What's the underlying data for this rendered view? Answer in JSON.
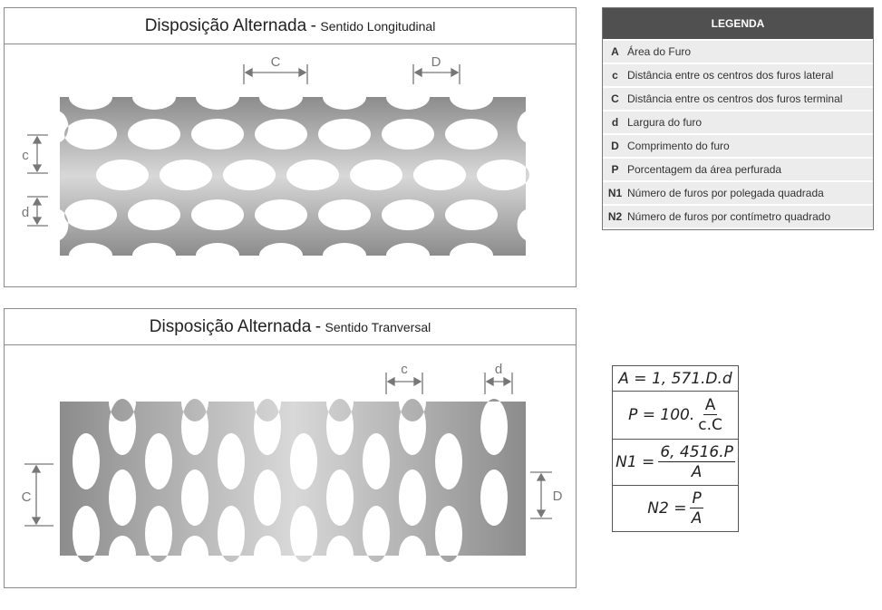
{
  "panel_long": {
    "title": "Disposição Alternada",
    "dash": "-",
    "subtitle": "Sentido Longitudinal",
    "dims": {
      "C": "C",
      "D": "D",
      "c": "c",
      "d": "d"
    }
  },
  "panel_trans": {
    "title": "Disposição Alternada",
    "dash": "-",
    "subtitle": "Sentido Tranversal",
    "dims": {
      "c": "c",
      "d": "d",
      "C": "C",
      "D": "D"
    }
  },
  "legend": {
    "title": "LEGENDA",
    "rows": [
      {
        "key": "A",
        "text": "Área do Furo"
      },
      {
        "key": "c",
        "text": "Distância entre os centros dos furos lateral"
      },
      {
        "key": "C",
        "text": "Distância entre os centros dos furos terminal"
      },
      {
        "key": "d",
        "text": "Largura do furo"
      },
      {
        "key": "D",
        "text": "Comprimento do furo"
      },
      {
        "key": "P",
        "text": "Porcentagem da área perfurada"
      },
      {
        "key": "N1",
        "text": "Número de furos por polegada quadrada"
      },
      {
        "key": "N2",
        "text": "Número de furos por contímetro quadrado"
      }
    ]
  },
  "formulas": {
    "a": {
      "lhs": "A = ",
      "rhs": "1, 571.D.d"
    },
    "p": {
      "lhs": "P = 100.",
      "num": "A",
      "den": "c.C"
    },
    "n1": {
      "lhs": "N1 = ",
      "num": "6, 4516.P",
      "den": "A"
    },
    "n2": {
      "lhs": "N2 = ",
      "num": "P",
      "den": "A"
    }
  },
  "colors": {
    "metal_light": "#d8d8d8",
    "metal_dark": "#8c8c8c",
    "dimension": "#777777"
  }
}
